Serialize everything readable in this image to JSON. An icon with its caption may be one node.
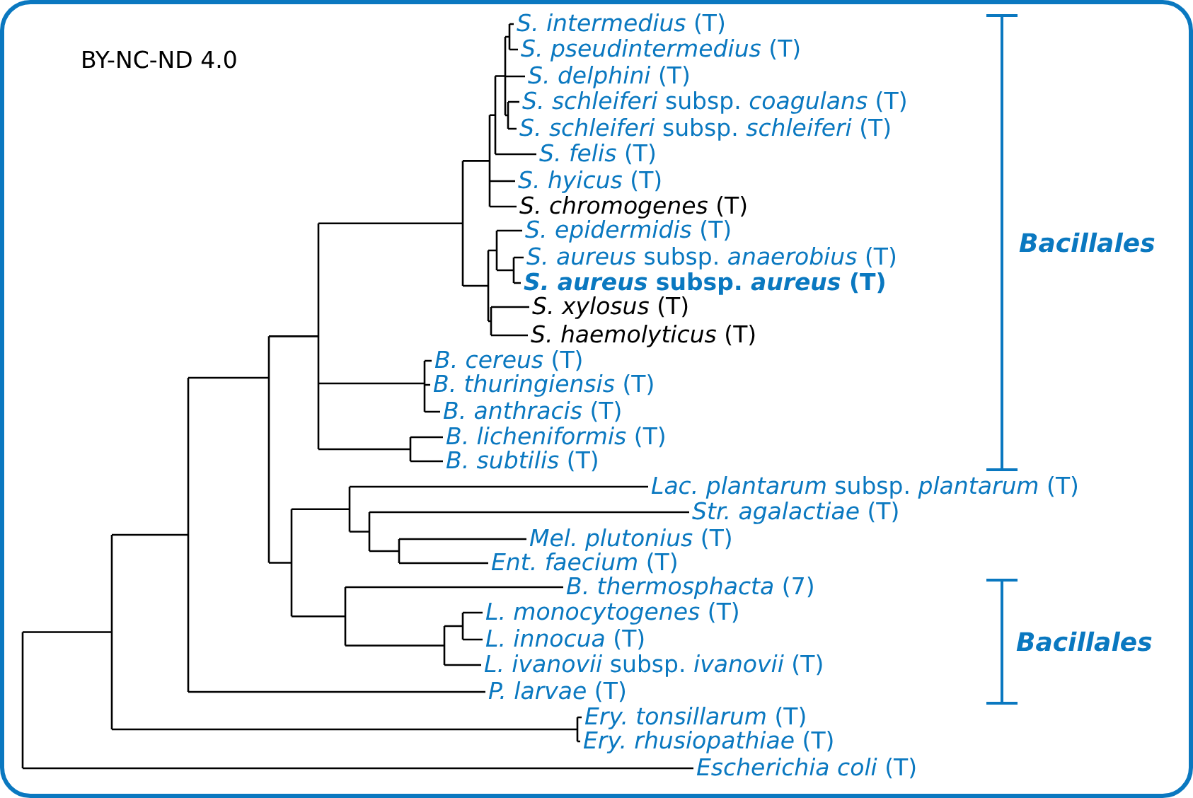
{
  "diagram": {
    "nodes": [
      {
        "text": [
          "*S. intermedius* (T)"
        ]
      },
      {
        "text": [
          "*S. pseudintermedius* (T)"
        ]
      },
      {
        "text": [
          "*S. delphini* (T)"
        ]
      },
      {
        "text": [
          "*S. schleiferi* subsp. *coagulans* (T)"
        ]
      },
      {
        "text": [
          "*S. schleiferi* subsp. *schleiferi* (T)"
        ]
      },
      {
        "text": [
          "*S. felis* (T)"
        ]
      },
      {
        "text": [
          "*S. hyicus* (T)"
        ]
      },
      {
        "text": [
          "*S. chromogenes* (T)"
        ]
      },
      {
        "text": [
          "*S. epidermidis* (T)"
        ]
      },
      {
        "text": [
          "*S. aureus* subsp. *anaerobius* (T)"
        ]
      },
      {
        "text": [
          "*S. aureus* subsp. *aureus* (T)"
        ]
      },
      {
        "text": [
          "*S. xylosus* (T)"
        ]
      },
      {
        "text": [
          "*S. haemolyticus* (T)"
        ]
      },
      {
        "text": [
          "*B. cereus* (T)"
        ]
      },
      {
        "text": [
          "*B. thuringiensis* (T)"
        ]
      },
      {
        "text": [
          "*B. anthracis* (T)"
        ]
      },
      {
        "text": [
          "*B. licheniformis* (T)"
        ]
      },
      {
        "text": [
          "*B. subtilis* (T)"
        ]
      },
      {
        "text": [
          "*Lac. plantarum* subsp. *plantarum* (T)"
        ]
      },
      {
        "text": [
          "*Str. agalactiae* (T)"
        ]
      },
      {
        "text": [
          "*Mel. plutonius* (T)"
        ]
      },
      {
        "text": [
          "*Ent. faecium* (T)"
        ]
      },
      {
        "text": [
          "*B. thermosphacta* (7)"
        ]
      },
      {
        "text": [
          "*L. monocytogenes* (T)"
        ]
      },
      {
        "text": [
          "*L. innocua* (T)"
        ]
      },
      {
        "text": [
          "*L. ivanovii* subsp. *ivanovii* (T)"
        ]
      },
      {
        "text": [
          "*P. larvae* (T)"
        ]
      },
      {
        "text": [
          "*Ery. tonsillarum* (T)"
        ]
      },
      {
        "text": [
          "*Ery. rhusiopathiae* (T)"
        ]
      },
      {
        "text": [
          "*Escherichia coli* (T)"
        ]
      }
    ],
    "labels": [
      "BY-NC-ND 4.0",
      "Bacillales",
      "Bacillales"
    ]
  }
}
